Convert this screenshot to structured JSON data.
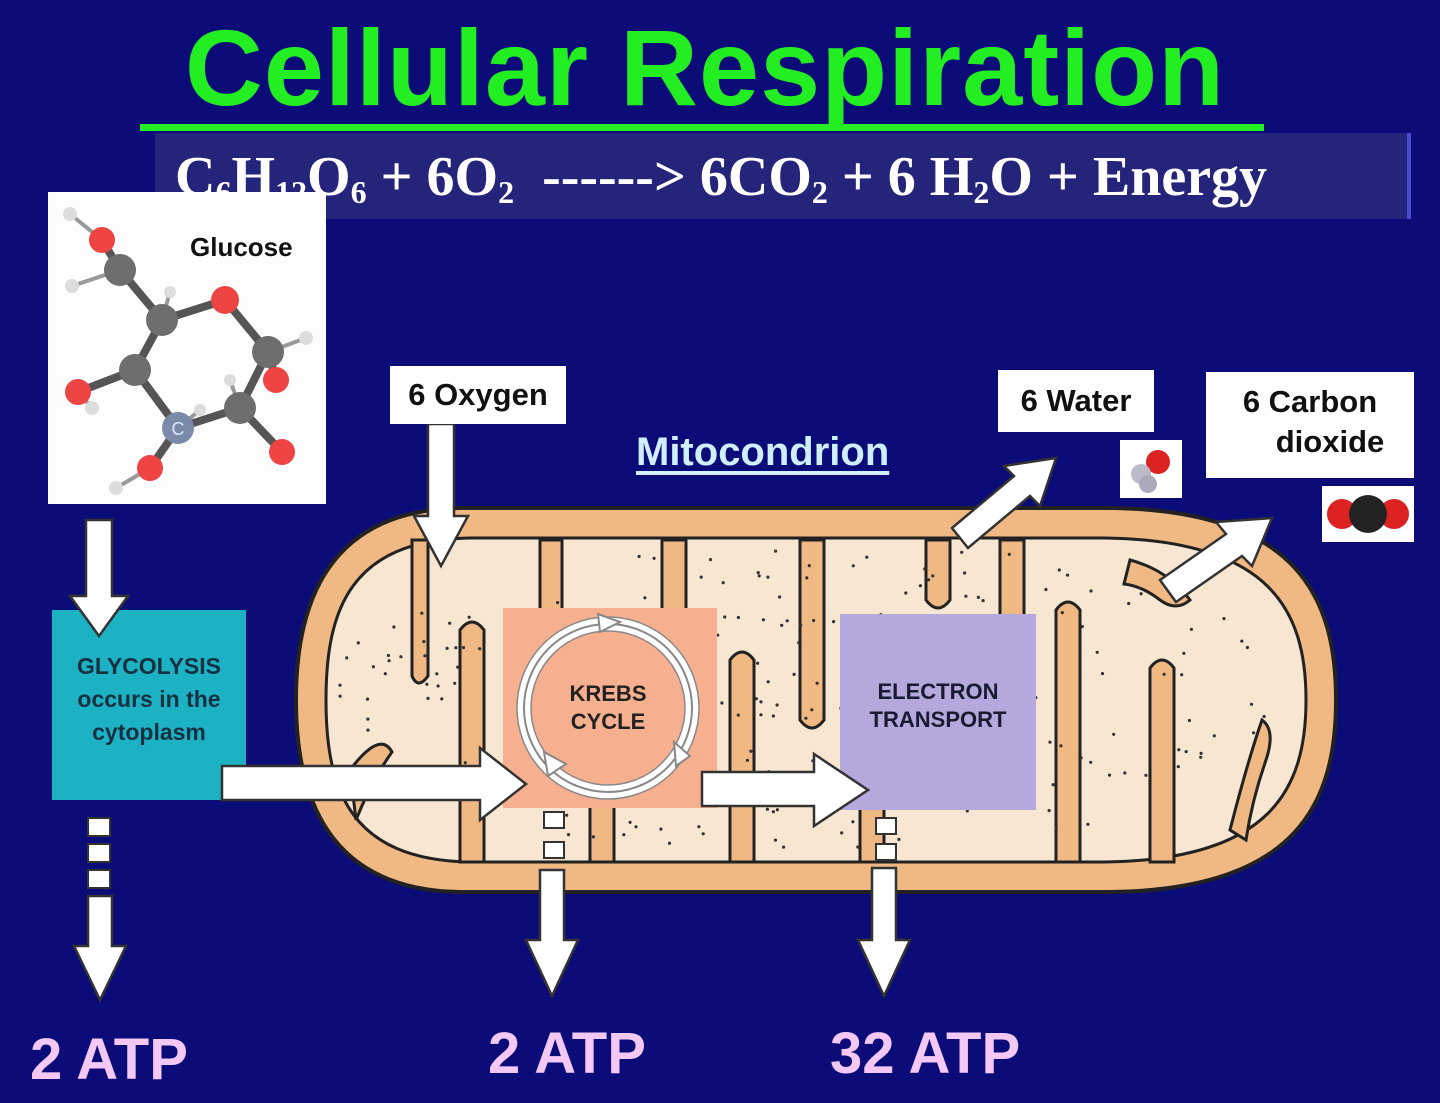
{
  "title": "Cellular Respiration",
  "equation": {
    "glucose": [
      "C",
      "6",
      "H",
      "12",
      "O",
      "6"
    ],
    "plus1": " + ",
    "oxygen": [
      "6O",
      "2"
    ],
    "arrow": "  ------> ",
    "co2": [
      "6CO",
      "2"
    ],
    "plus2": " + ",
    "water": [
      "6 H",
      "2",
      "O"
    ],
    "plus3": " + ",
    "energy": "Energy"
  },
  "glucose_label": "Glucose",
  "glucose_atom_label": "C",
  "glycolysis": [
    "GLYCOLYSIS",
    "occurs in the",
    "cytoplasm"
  ],
  "oxygen_label": "6 Oxygen",
  "mitochondrion_label": "Mitocondrion",
  "water_label": "6 Water",
  "co2_label": [
    "6 Carbon",
    "dioxide"
  ],
  "krebs": [
    "KREBS",
    "CYCLE"
  ],
  "electron_transport": [
    "ELECTRON",
    "TRANSPORT"
  ],
  "atp": [
    "2 ATP",
    "2 ATP",
    "32 ATP"
  ],
  "colors": {
    "background": "#0c0c78",
    "title": "#22ee22",
    "mitochondrion_outer": "#f0b882",
    "mitochondrion_matrix": "#f7e6d2",
    "glycolysis_box": "#1cb2c4",
    "krebs_box": "#f6b090",
    "electron_transport_box": "#b4a8dc",
    "atp_text": "#f4c8f4"
  }
}
